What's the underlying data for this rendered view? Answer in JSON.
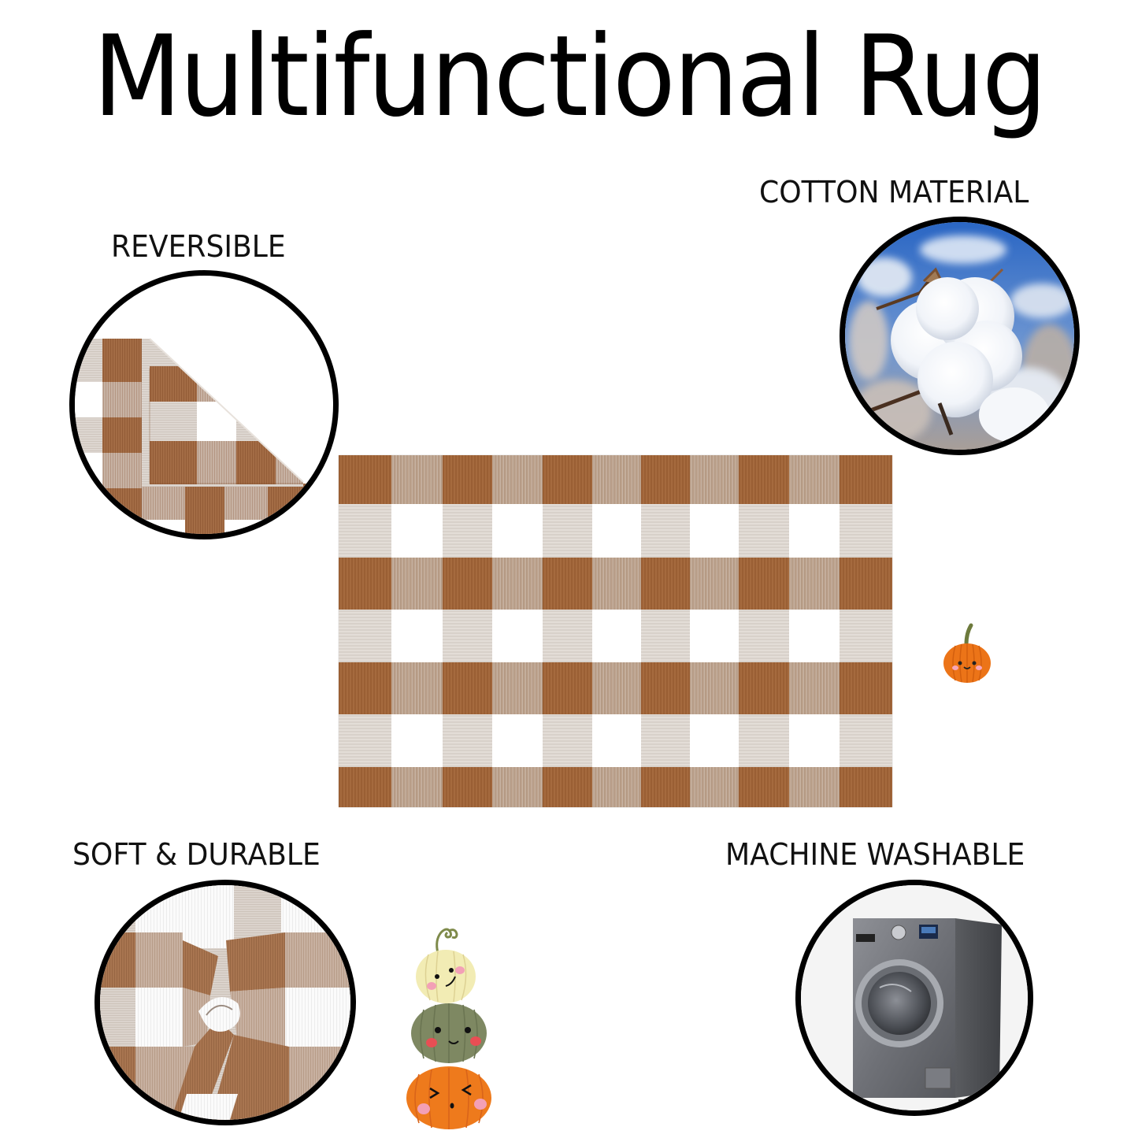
{
  "header": {
    "title": "Multifunctional Rug"
  },
  "features": [
    {
      "id": "reversible",
      "label": "REVERSIBLE",
      "icon": "folded-rug-corner-photo"
    },
    {
      "id": "cotton",
      "label": "COTTON MATERIAL",
      "icon": "cotton-boll-photo"
    },
    {
      "id": "soft",
      "label": "SOFT & DURABLE",
      "icon": "twisted-fabric-photo"
    },
    {
      "id": "washable",
      "label": "MACHINE WASHABLE",
      "icon": "washing-machine-photo"
    }
  ],
  "product": {
    "name": "Buffalo check rug",
    "pattern": "buffalo-check",
    "columns": 11,
    "rows": 7,
    "colors": {
      "brown": "#9c6238",
      "mixed": "#bfa592",
      "beige": "#dcd5ce",
      "white": "#ffffff"
    }
  },
  "decorations": {
    "single_pumpkin": "pumpkin-icon",
    "stacked_pumpkins": "stacked-pumpkins-icon"
  }
}
